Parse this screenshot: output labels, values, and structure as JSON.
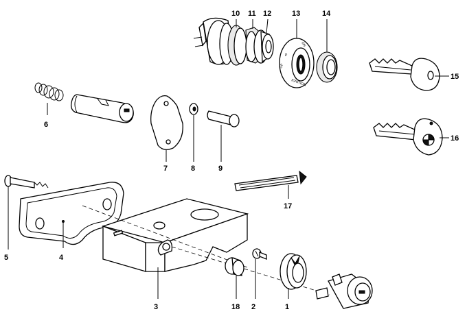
{
  "callouts": [
    {
      "id": "c1",
      "text": "1"
    },
    {
      "id": "c2",
      "text": "2"
    },
    {
      "id": "c3",
      "text": "3"
    },
    {
      "id": "c4",
      "text": "4"
    },
    {
      "id": "c5",
      "text": "5"
    },
    {
      "id": "c6",
      "text": "6"
    },
    {
      "id": "c7",
      "text": "7"
    },
    {
      "id": "c8",
      "text": "8"
    },
    {
      "id": "c9",
      "text": "9"
    },
    {
      "id": "c10",
      "text": "10"
    },
    {
      "id": "c11",
      "text": "11"
    },
    {
      "id": "c12",
      "text": "12"
    },
    {
      "id": "c13",
      "text": "13"
    },
    {
      "id": "c14",
      "text": "14"
    },
    {
      "id": "c15",
      "text": "15"
    },
    {
      "id": "c16",
      "text": "16"
    },
    {
      "id": "c17",
      "text": "17"
    },
    {
      "id": "c18",
      "text": "18"
    }
  ],
  "escutcheon_marks": {
    "on": "ON",
    "off": "OF",
    "p": "P",
    "ignition": "IGNITION"
  }
}
